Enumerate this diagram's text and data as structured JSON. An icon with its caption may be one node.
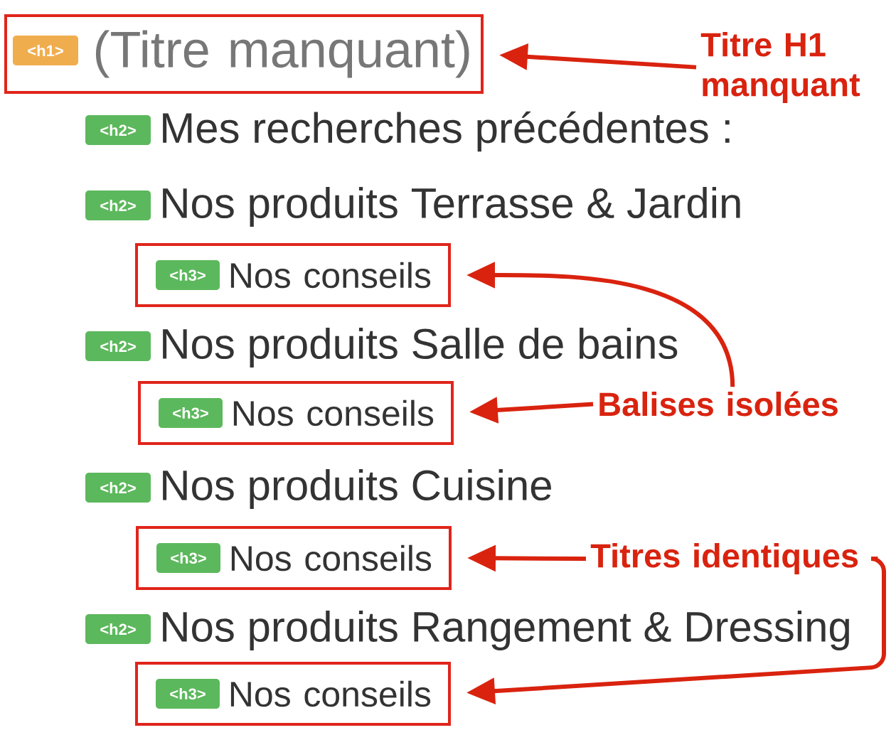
{
  "diagram": {
    "nodes": [
      {
        "text": [
          "(Titre manquant)"
        ]
      },
      {
        "text": [
          "<h1>"
        ],
        "in": 0
      },
      {
        "text": [
          "Titre H1 manquant"
        ]
      },
      {
        "text": [
          "<h2>"
        ],
        "beside": [
          "Mes recherches précédentes :"
        ]
      },
      {
        "text": [
          "<h2>"
        ],
        "beside": [
          "Nos produits Terrasse & Jardin"
        ]
      },
      {
        "text": [
          "Nos conseils"
        ]
      },
      {
        "text": [
          "<h3>"
        ],
        "in": 5
      },
      {
        "text": [
          "<h2>"
        ],
        "beside": [
          "Nos produits Salle de bains"
        ]
      },
      {
        "text": [
          "Nos conseils"
        ]
      },
      {
        "text": [
          "<h3>"
        ],
        "in": 8
      },
      {
        "text": [
          "Balises isolées"
        ]
      },
      {
        "text": [
          "<h2>"
        ],
        "beside": [
          "Nos produits Cuisine"
        ]
      },
      {
        "text": [
          "Nos conseils"
        ]
      },
      {
        "text": [
          "<h3>"
        ],
        "in": 12
      },
      {
        "text": [
          "Titres identiques"
        ]
      },
      {
        "text": [
          "<h2>"
        ],
        "beside": [
          "Nos produits Rangement & Dressing"
        ]
      },
      {
        "text": [
          "Nos conseils"
        ]
      },
      {
        "text": [
          "<h3>"
        ],
        "in": 16
      }
    ],
    "edges": [
      {
        "from": 2,
        "to": 0,
        "arrow": "to"
      },
      {
        "from": 10,
        "to": 5,
        "arrow": "to"
      },
      {
        "from": 10,
        "to": 8,
        "arrow": "to"
      },
      {
        "from": 14,
        "to": 12,
        "arrow": "to"
      },
      {
        "from": 14,
        "to": 16,
        "arrow": "to"
      }
    ]
  }
}
